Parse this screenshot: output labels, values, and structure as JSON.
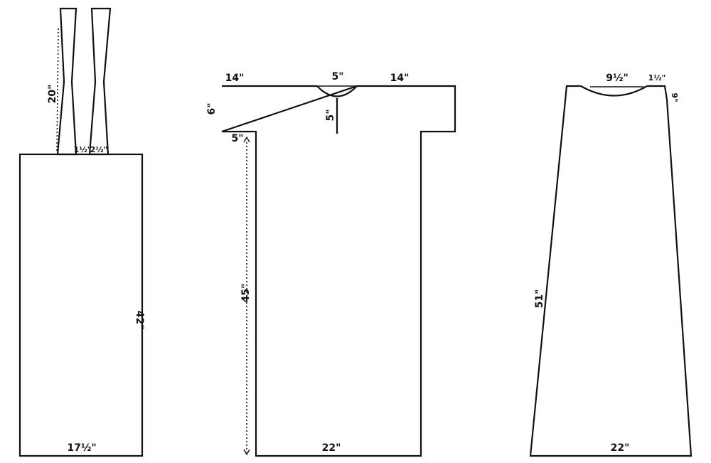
{
  "pieces": {
    "sleeves_and_body": {
      "strap_length": "20\"",
      "strap_1_width": "1½\"",
      "strap_2_width": "2½\"",
      "body_height": "42\"",
      "body_width": "17½\""
    },
    "t_shirt": {
      "left_sleeve": "14\"",
      "neck_width": "5\"",
      "right_sleeve": "14\"",
      "sleeve_depth": "6\"",
      "neck_slit": "5\"",
      "underarm": "5\"",
      "body_length": "45\"",
      "hem_width": "22\""
    },
    "skirt": {
      "neck_width": "9½\"",
      "shoulder": "1½\"",
      "shoulder_drop": "9\"",
      "side_length": "51\"",
      "hem_width": "22\""
    }
  },
  "colors": {
    "ink": "#111111",
    "paper": "#ffffff"
  }
}
